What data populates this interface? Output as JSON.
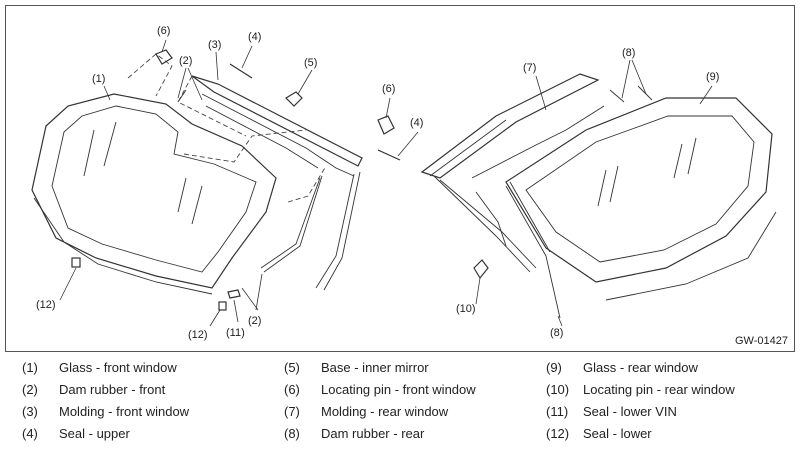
{
  "figure_code": "GW-01427",
  "callouts": [
    {
      "n": "(1)"
    },
    {
      "n": "(2)"
    },
    {
      "n": "(2)"
    },
    {
      "n": "(3)"
    },
    {
      "n": "(4)"
    },
    {
      "n": "(4)"
    },
    {
      "n": "(5)"
    },
    {
      "n": "(6)"
    },
    {
      "n": "(6)"
    },
    {
      "n": "(7)"
    },
    {
      "n": "(8)"
    },
    {
      "n": "(8)"
    },
    {
      "n": "(9)"
    },
    {
      "n": "(10)"
    },
    {
      "n": "(11)"
    },
    {
      "n": "(12)"
    },
    {
      "n": "(12)"
    }
  ],
  "legend": [
    {
      "num": "(1)",
      "label": "Glass - front window"
    },
    {
      "num": "(2)",
      "label": "Dam rubber - front"
    },
    {
      "num": "(3)",
      "label": "Molding - front window"
    },
    {
      "num": "(4)",
      "label": "Seal - upper"
    },
    {
      "num": "(5)",
      "label": "Base - inner mirror"
    },
    {
      "num": "(6)",
      "label": "Locating pin - front window"
    },
    {
      "num": "(7)",
      "label": "Molding - rear window"
    },
    {
      "num": "(8)",
      "label": "Dam rubber - rear"
    },
    {
      "num": "(9)",
      "label": "Glass - rear window"
    },
    {
      "num": "(10)",
      "label": "Locating pin - rear window"
    },
    {
      "num": "(11)",
      "label": "Seal - lower VIN"
    },
    {
      "num": "(12)",
      "label": "Seal - lower"
    }
  ]
}
